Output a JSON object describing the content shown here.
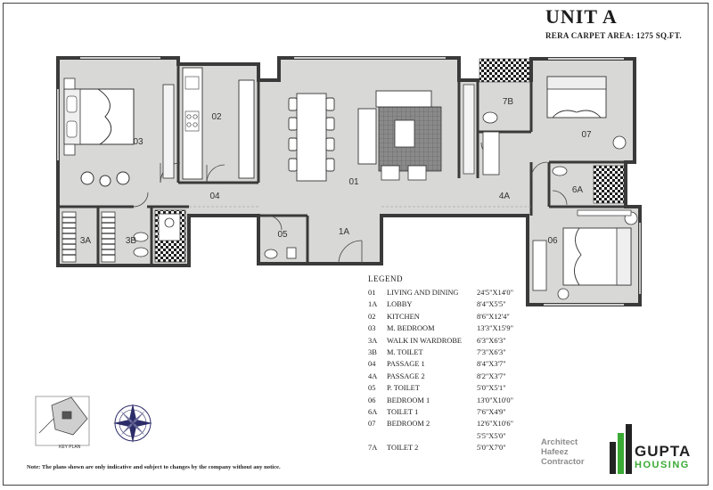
{
  "header": {
    "title": "UNIT A",
    "subtitle": "RERA CARPET AREA: 1275 SQ.FT."
  },
  "rooms": [
    {
      "code": "01"
    },
    {
      "code": "1A"
    },
    {
      "code": "02"
    },
    {
      "code": "03"
    },
    {
      "code": "3A"
    },
    {
      "code": "3B"
    },
    {
      "code": "04"
    },
    {
      "code": "4A"
    },
    {
      "code": "05"
    },
    {
      "code": "06"
    },
    {
      "code": "6A"
    },
    {
      "code": "07"
    },
    {
      "code": "7B"
    }
  ],
  "legend": {
    "heading": "LEGEND",
    "rows": [
      {
        "no": "01",
        "name": "LIVING AND DINING",
        "dim": "24'5\"X14'0\""
      },
      {
        "no": "1A",
        "name": "LOBBY",
        "dim": "8'4\"X5'5\""
      },
      {
        "no": "02",
        "name": "KITCHEN",
        "dim": "8'6\"X12'4\""
      },
      {
        "no": "03",
        "name": "M. BEDROOM",
        "dim": "13'3\"X15'9\""
      },
      {
        "no": "3A",
        "name": "WALK IN WARDROBE",
        "dim": "6'3\"X6'3\""
      },
      {
        "no": "3B",
        "name": "M. TOILET",
        "dim": "7'3\"X6'3\""
      },
      {
        "no": "04",
        "name": "PASSAGE 1",
        "dim": "8'4\"X3'7\""
      },
      {
        "no": "4A",
        "name": "PASSAGE 2",
        "dim": "8'2\"X3'7\""
      },
      {
        "no": "05",
        "name": "P. TOILET",
        "dim": "5'0\"X5'1\""
      },
      {
        "no": "06",
        "name": "BEDROOM 1",
        "dim": "13'0\"X10'0\""
      },
      {
        "no": "6A",
        "name": "TOILET 1",
        "dim": "7'6\"X4'9\""
      },
      {
        "no": "07",
        "name": "BEDROOM 2",
        "dim": "12'6\"X10'6\""
      },
      {
        "no": "",
        "name": "",
        "dim": "5'5\"X5'0\""
      },
      {
        "no": "7A",
        "name": "TOILET 2",
        "dim": "5'0\"X7'0\""
      }
    ]
  },
  "note": "Note: The plans shown are only indicative and subject to changes by the company without any notice.",
  "key_plan_label": "KEY PLAN",
  "architect": {
    "line1": "Architect",
    "line2": "Hafeez",
    "line3": "Contractor"
  },
  "brand": {
    "word1": "GUPTA",
    "word2": "HOUSING",
    "accent": "#3aaa35"
  },
  "colors": {
    "floor": "#d8d8d6",
    "wall": "#3a3a3a",
    "tile_dark": "#1e1e1e"
  }
}
